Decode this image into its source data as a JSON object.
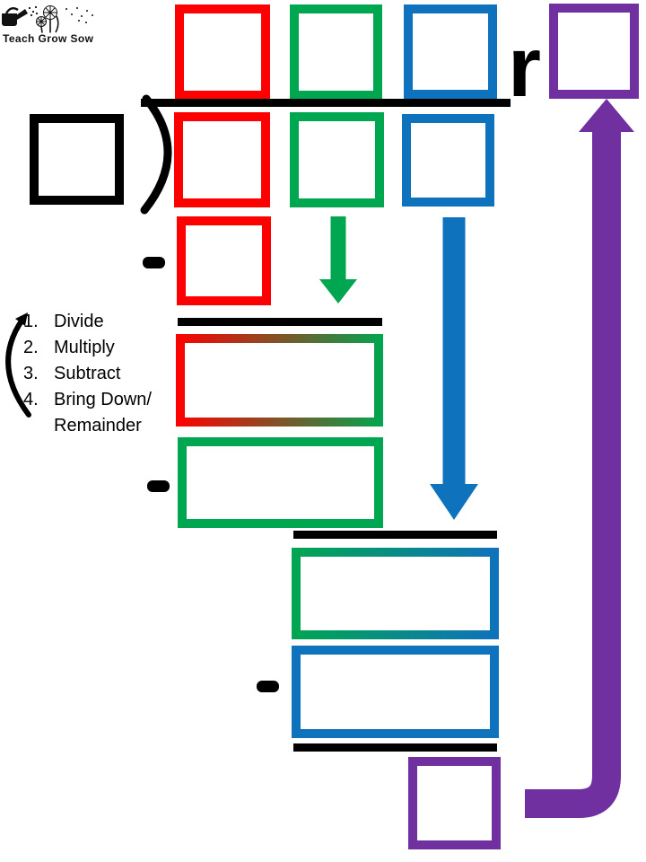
{
  "logo": {
    "brand": "Teach Grow Sow"
  },
  "division": {
    "remainder_label": "r"
  },
  "steps": {
    "items": [
      {
        "num": "1.",
        "label": "Divide"
      },
      {
        "num": "2.",
        "label": "Multiply"
      },
      {
        "num": "3.",
        "label": "Subtract"
      },
      {
        "num": "4.",
        "label": "Bring Down/"
      },
      {
        "num": "",
        "label": "Remainder"
      }
    ]
  },
  "colors": {
    "red": "#FF0000",
    "green": "#00A650",
    "blue": "#0F72BC",
    "purple": "#7030A0",
    "black": "#000000"
  },
  "icons": {
    "logo_icon": "watering-can-dandelion",
    "division_bracket": "right-parenthesis-bracket",
    "bring_down_arrow_1": "green-down-arrow",
    "bring_down_arrow_2": "blue-down-arrow",
    "remainder_arrow": "purple-up-elbow-arrow",
    "cycle_arrow": "black-curved-cycle-arrow",
    "minus_signs": "minus-bar"
  }
}
